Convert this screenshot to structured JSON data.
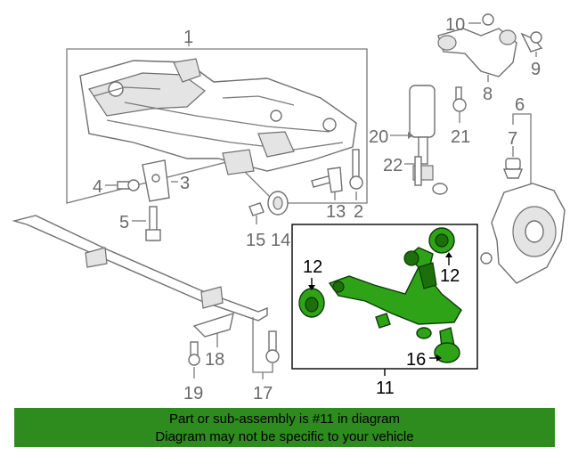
{
  "callouts": {
    "c1": "1",
    "c2": "2",
    "c3": "3",
    "c4": "4",
    "c5": "5",
    "c6": "6",
    "c7": "7",
    "c8": "8",
    "c9": "9",
    "c10": "10",
    "c11": "11",
    "c12a": "12",
    "c12b": "12",
    "c13": "13",
    "c14": "14",
    "c15": "15",
    "c16": "16",
    "c17": "17",
    "c18": "18",
    "c19": "19",
    "c20": "20",
    "c21": "21",
    "c22": "22"
  },
  "banner": {
    "line1": "Part or sub-assembly is #11 in diagram",
    "line2": "Diagram may not be specific to your vehicle"
  },
  "colors": {
    "highlight": "#2fa318",
    "banner": "#2e8b1d",
    "callout_gray": "#6a6a6a"
  }
}
